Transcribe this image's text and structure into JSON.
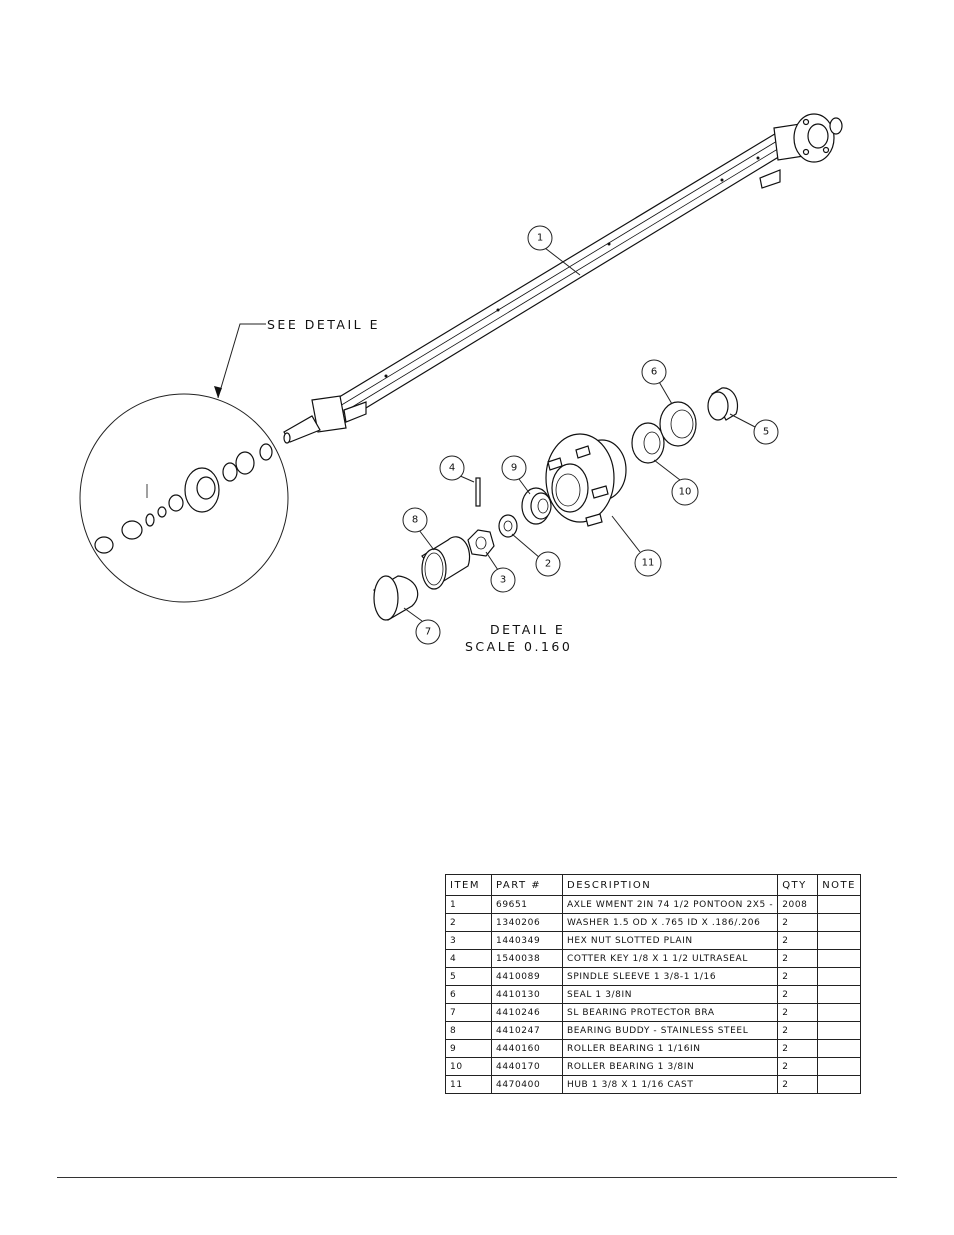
{
  "drawing": {
    "detail_reference": "SEE DETAIL  E",
    "detail_title": "DETAIL  E",
    "detail_scale": "SCALE  0.160",
    "callouts": [
      "1",
      "2",
      "3",
      "4",
      "5",
      "6",
      "7",
      "8",
      "9",
      "10",
      "11"
    ]
  },
  "bom": {
    "headers": {
      "item": "ITEM",
      "part": "PART #",
      "description": "DESCRIPTION",
      "qty": "QTY",
      "note": "NOTE"
    },
    "rows": [
      {
        "item": "1",
        "part": "69651",
        "description": "AXLE WMENT 2IN  74 1/2 PONTOON 2X5 -",
        "qty": "2008",
        "note": ""
      },
      {
        "item": "2",
        "part": "1340206",
        "description": "WASHER 1.5 OD X .765 ID X .186/.206",
        "qty": "2",
        "note": ""
      },
      {
        "item": "3",
        "part": "1440349",
        "description": "HEX NUT SLOTTED PLAIN",
        "qty": "2",
        "note": ""
      },
      {
        "item": "4",
        "part": "1540038",
        "description": "COTTER KEY 1/8 X 1 1/2 ULTRASEAL",
        "qty": "2",
        "note": ""
      },
      {
        "item": "5",
        "part": "4410089",
        "description": "SPINDLE SLEEVE  1 3/8-1 1/16",
        "qty": "2",
        "note": ""
      },
      {
        "item": "6",
        "part": "4410130",
        "description": "SEAL  1 3/8IN",
        "qty": "2",
        "note": ""
      },
      {
        "item": "7",
        "part": "4410246",
        "description": "SL BEARING PROTECTOR BRA",
        "qty": "2",
        "note": ""
      },
      {
        "item": "8",
        "part": "4410247",
        "description": "BEARING BUDDY - STAINLESS STEEL",
        "qty": "2",
        "note": ""
      },
      {
        "item": "9",
        "part": "4440160",
        "description": "ROLLER BEARING   1 1/16IN",
        "qty": "2",
        "note": ""
      },
      {
        "item": "10",
        "part": "4440170",
        "description": "ROLLER BEARING   1 3/8IN",
        "qty": "2",
        "note": ""
      },
      {
        "item": "11",
        "part": "4470400",
        "description": "HUB  1 3/8 X 1 1/16 CAST",
        "qty": "2",
        "note": ""
      }
    ]
  }
}
